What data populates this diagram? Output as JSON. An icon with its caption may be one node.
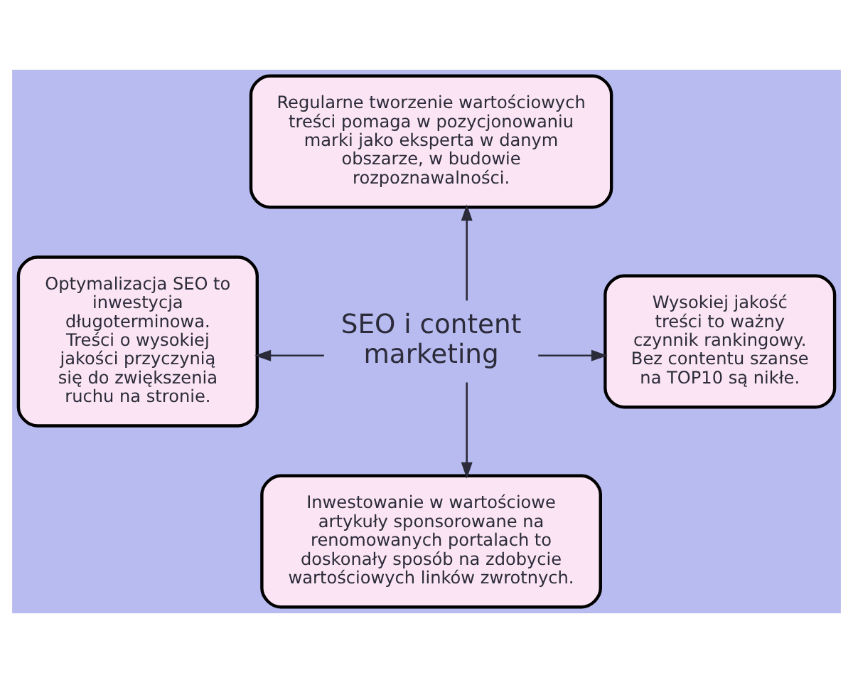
{
  "diagram": {
    "nodes": [
      {
        "text": [
          "Regularne tworzenie wartościowych treści pomaga w pozycjonowaniu marki jako eksperta w danym obszarze, w budowie rozpoznawalności."
        ]
      },
      {
        "text": [
          "Optymalizacja SEO to inwestycja długoterminowa. Treści o wysokiej jakości przyczynią się do zwiększenia ruchu na stronie."
        ]
      },
      {
        "text": [
          "SEO i content marketing"
        ]
      },
      {
        "text": [
          "Wysokiej jakość treści to ważny czynnik rankingowy. Bez contentu szanse na TOP10 są nikłe."
        ]
      },
      {
        "text": [
          "Inwestowanie w wartościowe artykuły sponsorowane na renomowanych portalach to doskonały sposób na zdobycie wartościowych linków zwrotnych."
        ]
      }
    ],
    "edges": [
      {
        "from": 2,
        "to": 0,
        "arrow": "to"
      },
      {
        "from": 2,
        "to": 1,
        "arrow": "to"
      },
      {
        "from": 2,
        "to": 3,
        "arrow": "to"
      },
      {
        "from": 2,
        "to": 4,
        "arrow": "to"
      }
    ]
  }
}
